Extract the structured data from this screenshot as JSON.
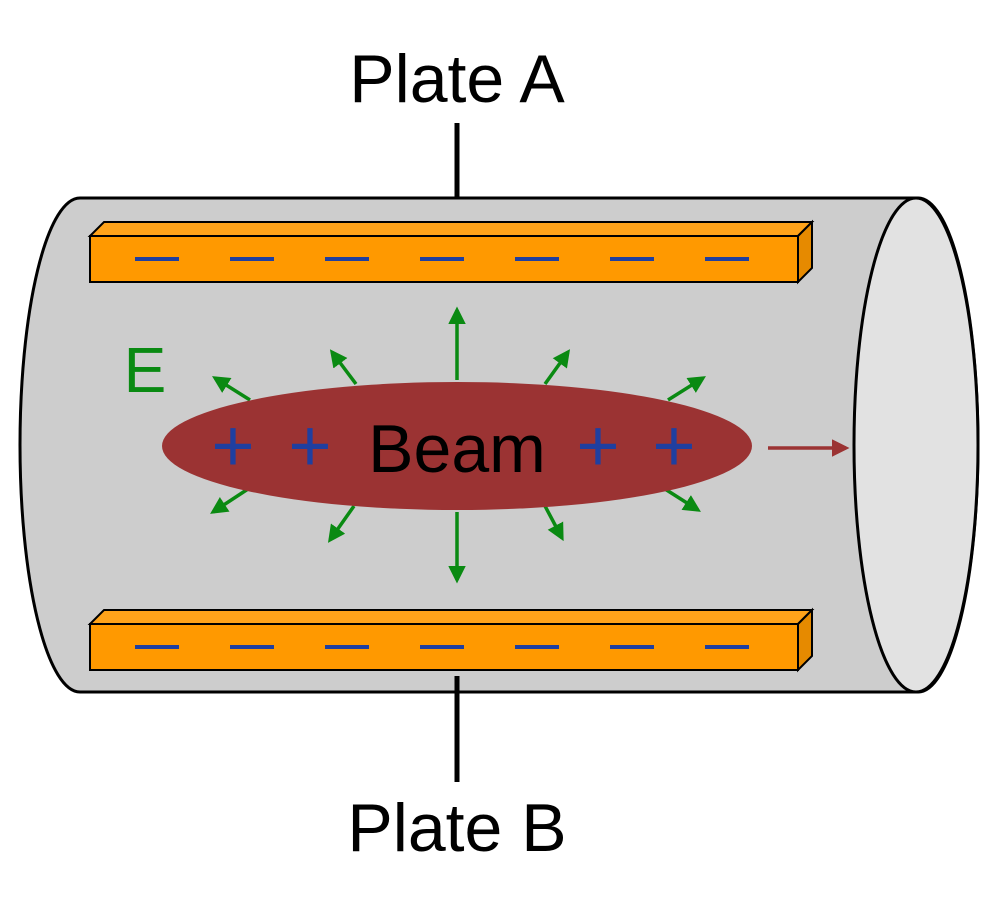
{
  "labels": {
    "plate_a": "Plate A",
    "plate_b": "Plate B",
    "field": "E",
    "beam": "Beam"
  },
  "charges": {
    "negative_symbol": "—",
    "positive_symbol": "+"
  },
  "colors": {
    "background": "#ffffff",
    "cylinder_fill": "#cdcdcd",
    "cylinder_end_fill": "#e2e2e2",
    "outline": "#000000",
    "plate_fill": "#ff9900",
    "plate_side": "#e68a00",
    "negative_charge": "#1f3fa0",
    "positive_charge": "#1f3fa0",
    "beam_fill": "#9b3333",
    "field_arrow": "#0a8a12",
    "motion_arrow": "#9b3333",
    "field_label": "#0a8a12",
    "text": "#000000"
  }
}
